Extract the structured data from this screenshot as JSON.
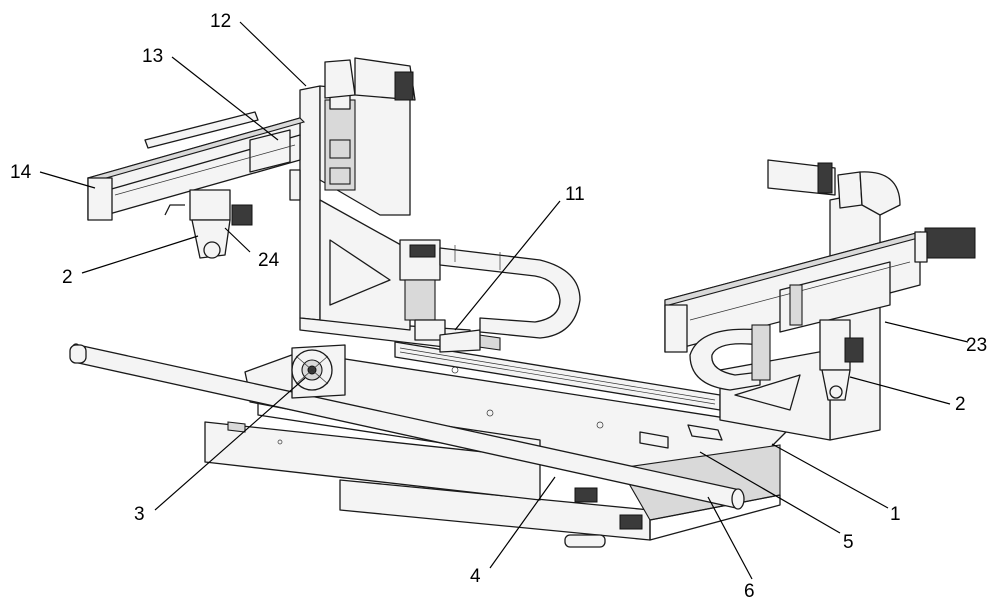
{
  "callouts": [
    {
      "id": "c12",
      "label": "12"
    },
    {
      "id": "c13",
      "label": "13"
    },
    {
      "id": "c14",
      "label": "14"
    },
    {
      "id": "c2a",
      "label": "2"
    },
    {
      "id": "c24",
      "label": "24"
    },
    {
      "id": "c11",
      "label": "11"
    },
    {
      "id": "c23",
      "label": "23"
    },
    {
      "id": "c2b",
      "label": "2"
    },
    {
      "id": "c3",
      "label": "3"
    },
    {
      "id": "c1",
      "label": "1"
    },
    {
      "id": "c5",
      "label": "5"
    },
    {
      "id": "c4",
      "label": "4"
    },
    {
      "id": "c6",
      "label": "6"
    }
  ],
  "colors": {
    "line": "#1a1a1a",
    "background": "#ffffff"
  }
}
